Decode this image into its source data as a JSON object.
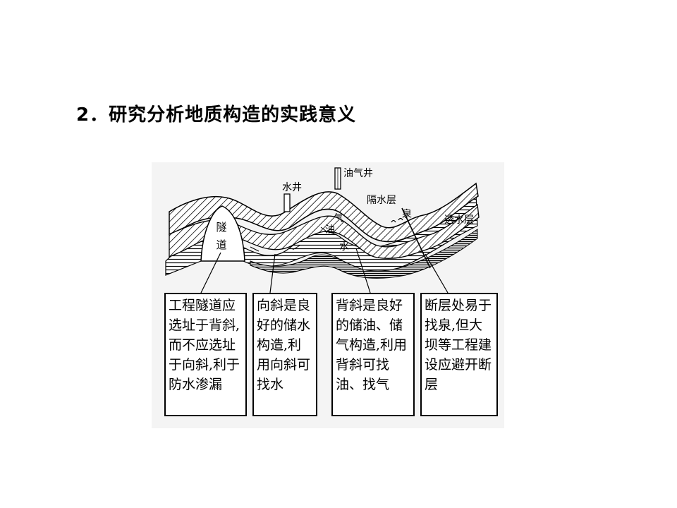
{
  "title": "2．研究分析地质构造的实践意义",
  "diagram": {
    "labels": {
      "oil_gas_well": "油气井",
      "water_well": "水井",
      "aquitard": "隔水层",
      "spring": "泉",
      "aquifer": "透水层",
      "tunnel_1": "隧",
      "tunnel_2": "道",
      "gas": "气",
      "oil": "油",
      "water": "水"
    },
    "boxes": [
      {
        "text": "工程隧道应选址于背斜,而不应选址于向斜,利于防水渗漏"
      },
      {
        "text": "向斜是良好的储水构造,利用向斜可找水"
      },
      {
        "text": "背斜是良好的储油、储气构造,利用背斜可找油、找气"
      },
      {
        "text": "断层处易于找泉,但大坝等工程建设应避开断层"
      }
    ]
  }
}
